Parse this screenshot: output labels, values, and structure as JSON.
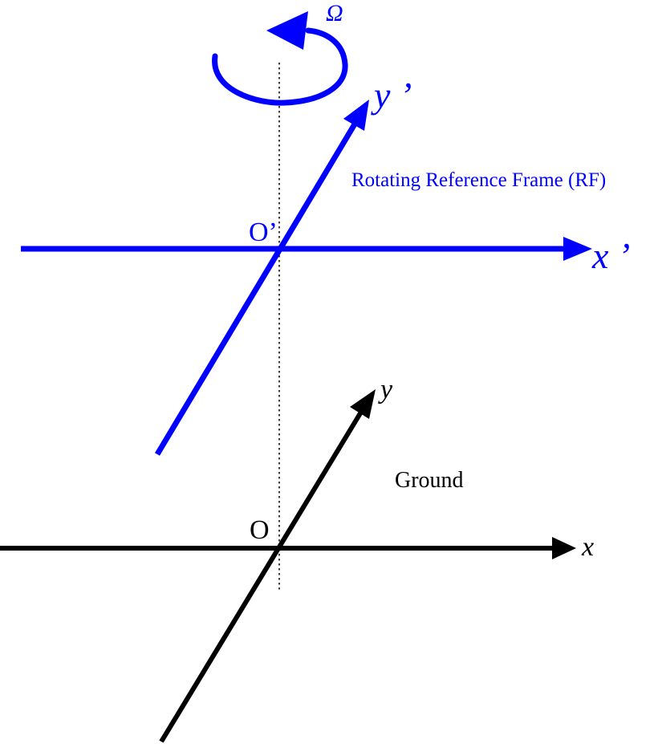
{
  "labels": {
    "omega": "Ω",
    "y_prime": "y ’",
    "x_prime": "x ’",
    "origin_prime": "O’",
    "rf_caption": "Rotating Reference Frame (RF)",
    "y": "y",
    "x": "x",
    "origin": "O",
    "ground_caption": "Ground"
  },
  "colors": {
    "rotating_frame": "#0000ff",
    "ground_frame": "#000000",
    "axis_of_rotation": "#000000",
    "background": "#ffffff"
  }
}
